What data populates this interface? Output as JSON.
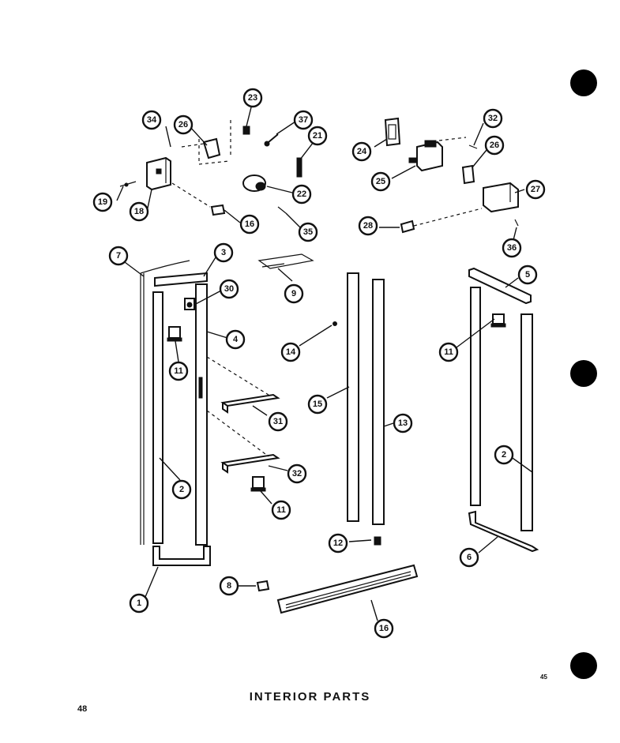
{
  "caption": "INTERIOR PARTS",
  "page_number": "48",
  "corner_mark": "45",
  "callout_labels": {
    "c1": "1",
    "c2a": "2",
    "c2b": "2",
    "c3": "3",
    "c4": "4",
    "c5": "5",
    "c6": "6",
    "c7": "7",
    "c8": "8",
    "c9": "9",
    "c11a": "11",
    "c11b": "11",
    "c11c": "11",
    "c12": "12",
    "c13": "13",
    "c14": "14",
    "c15": "15",
    "c16a": "16",
    "c16b": "16",
    "c18": "18",
    "c19": "19",
    "c21": "21",
    "c22": "22",
    "c23": "23",
    "c24": "24",
    "c25": "25",
    "c26a": "26",
    "c26b": "26",
    "c27": "27",
    "c28": "28",
    "c30": "30",
    "c31": "31",
    "c32": "32",
    "c32b": "32",
    "c34": "34",
    "c35": "35",
    "c36": "36",
    "c37": "37"
  },
  "colors": {
    "ink": "#111111",
    "paper": "#ffffff"
  }
}
